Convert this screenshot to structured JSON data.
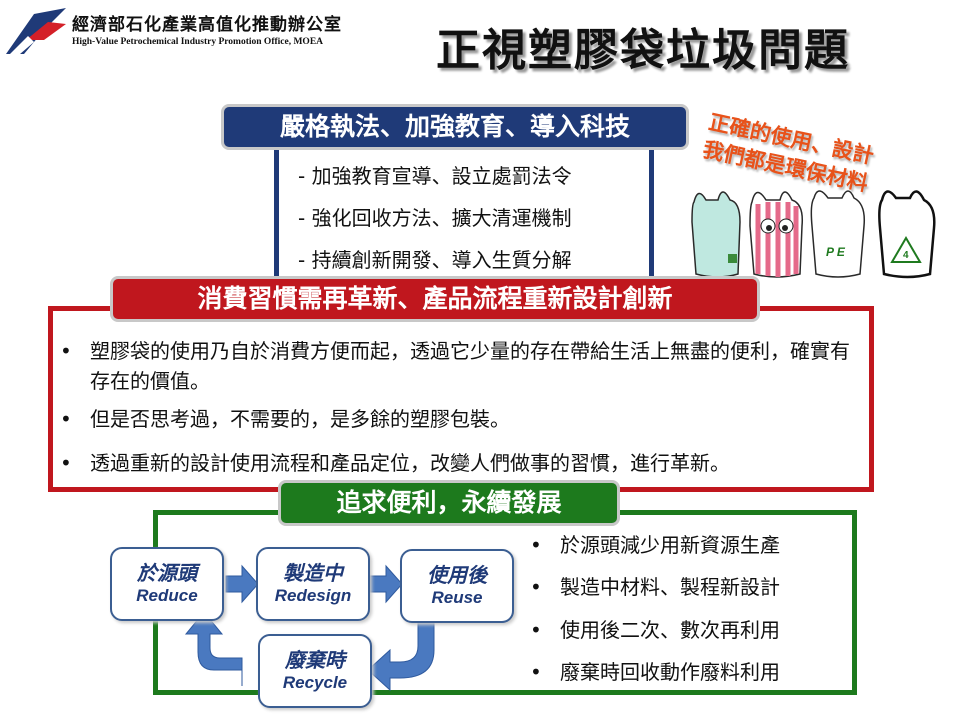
{
  "header": {
    "org_name_cn": "經濟部石化產業高值化推動辦公室",
    "org_name_en": "High-Value Petrochemical Industry Promotion Office, MOEA",
    "title": "正視塑膠袋垃圾問題"
  },
  "section1": {
    "title": "嚴格執法、加強教育、導入科技",
    "items": [
      "- 加強教育宣導、設立處罰法令",
      "- 強化回收方法、擴大清運機制",
      "- 持續創新開發、導入生質分解"
    ]
  },
  "slogan": {
    "line1": "正確的使用、設計",
    "line2": "我們都是環保材料"
  },
  "bags": {
    "pe_label": "P E",
    "recycle_number": "4"
  },
  "section2": {
    "title": "消費習慣需再革新、產品流程重新設計創新",
    "bullet": "•",
    "items": [
      "塑膠袋的使用乃自於消費方便而起，透過它少量的存在帶給生活上無盡的便利，確實有存在的價值。",
      "但是否思考過，不需要的，是多餘的塑膠包裝。",
      "透過重新的設計使用流程和產品定位，改變人們做事的習慣，進行革新。"
    ]
  },
  "section3": {
    "title": "追求便利，永續發展",
    "bullet": "•",
    "items": [
      "於源頭減少用新資源生產",
      "製造中材料、製程新設計",
      "使用後二次、數次再利用",
      "廢棄時回收動作廢料利用"
    ],
    "cycle": [
      {
        "cn": "於源頭",
        "en": "Reduce"
      },
      {
        "cn": "製造中",
        "en": "Redesign"
      },
      {
        "cn": "使用後",
        "en": "Reuse"
      },
      {
        "cn": "廢棄時",
        "en": "Recycle"
      }
    ]
  },
  "colors": {
    "navy": "#1f3a78",
    "red": "#c0171e",
    "green": "#1d7a1d",
    "orange": "#e8521a",
    "arrow_blue": "#4a79c0"
  }
}
